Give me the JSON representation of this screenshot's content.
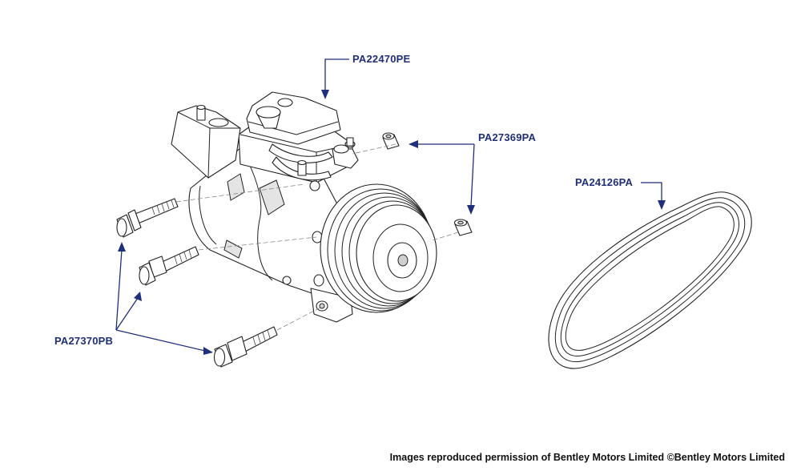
{
  "labels": {
    "compressor": "PA22470PE",
    "spacer": "PA27369PA",
    "belt": "PA24126PA",
    "bolts": "PA27370PB"
  },
  "footer": {
    "credit": "Images reproduced permission of Bentley Motors Limited ©Bentley Motors Limited"
  },
  "colors": {
    "label": "#1f2f7a",
    "line": "#222222"
  }
}
